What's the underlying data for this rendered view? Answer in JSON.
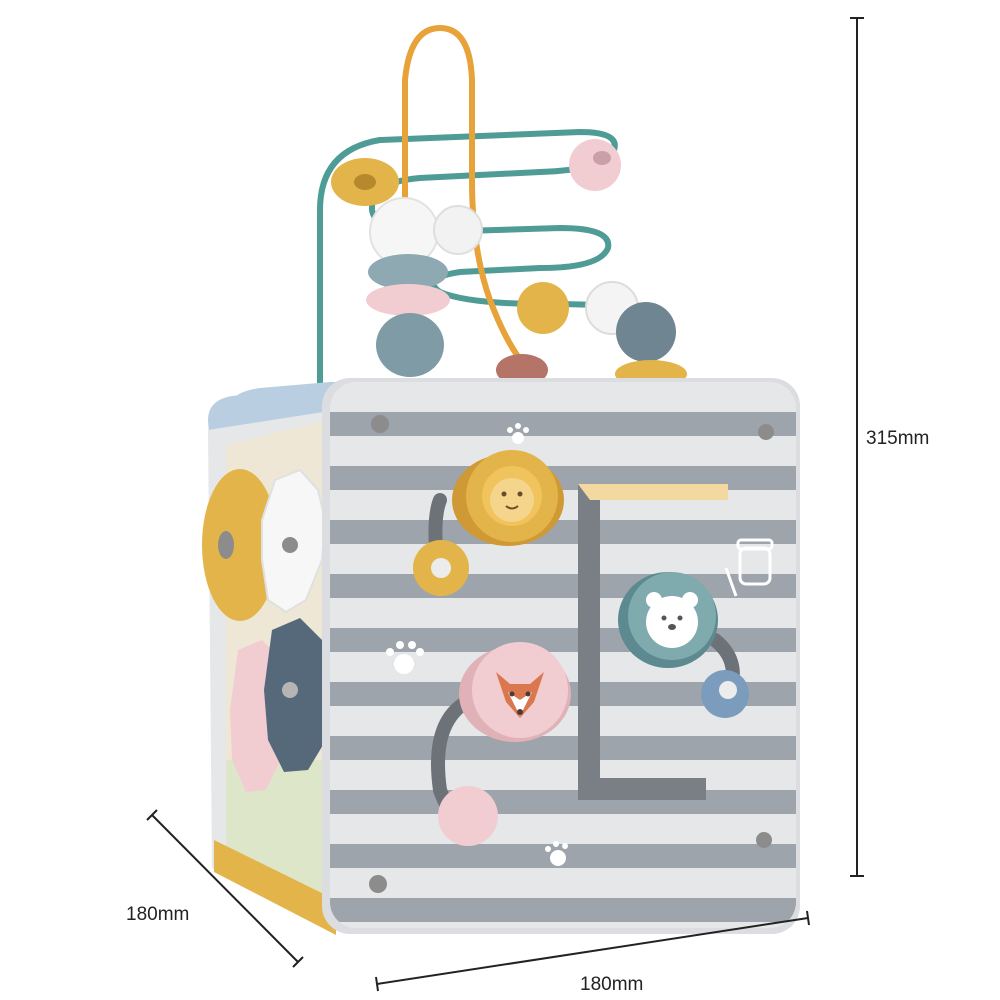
{
  "dimensions": {
    "height": "315mm",
    "depth": "180mm",
    "width": "180mm"
  },
  "icons": [
    "lion-icon",
    "bear-icon",
    "fox-icon",
    "paw-print-icon",
    "honey-jar-icon"
  ],
  "colors": {
    "stripe_gray": "#9ea4ab",
    "stripe_light": "#e6e7e8",
    "mustard": "#e3b44a",
    "teal_wire": "#4f9b96",
    "orange_wire": "#e7a23a",
    "slate_blue": "#6f8592",
    "pink": "#f1cdd2",
    "light_blue": "#b9cfe1"
  }
}
